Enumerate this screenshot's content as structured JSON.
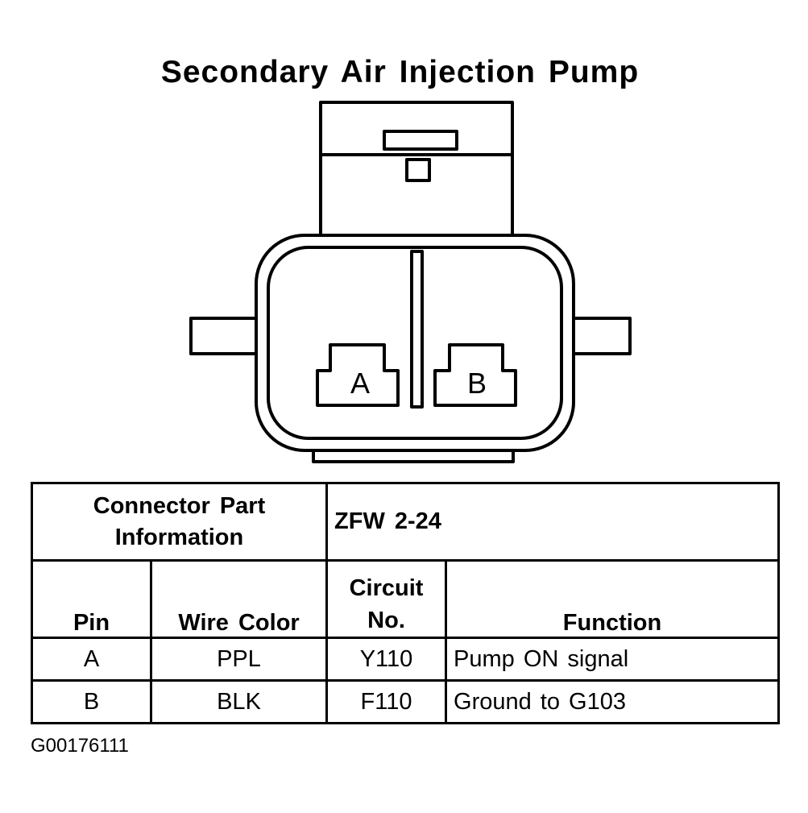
{
  "title": "Secondary Air Injection Pump",
  "connector": {
    "pin_a_label": "A",
    "pin_b_label": "B"
  },
  "table": {
    "part_info_label_line1": "Connector Part",
    "part_info_label_line2": "Information",
    "part_info_value": "ZFW 2-24",
    "headers": {
      "pin": "Pin",
      "wire_color": "Wire Color",
      "circuit_line1": "Circuit",
      "circuit_line2": "No.",
      "function": "Function"
    },
    "rows": [
      {
        "pin": "A",
        "wire_color": "PPL",
        "circuit": "Y110",
        "function": "Pump ON signal"
      },
      {
        "pin": "B",
        "wire_color": "BLK",
        "circuit": "F110",
        "function": "Ground to G103"
      }
    ]
  },
  "figure_id": "G00176111"
}
